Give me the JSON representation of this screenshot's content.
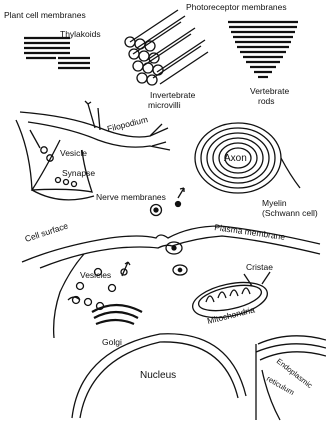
{
  "labels": {
    "plant_cell_membranes": "Plant cell membranes",
    "thylakoids": "Thylakoids",
    "photoreceptor_membranes": "Photoreceptor membranes",
    "invertebrate_microvilli_1": "Invertebrate",
    "invertebrate_microvilli_2": "microvilli",
    "vertebrate_rods_1": "Vertebrate",
    "vertebrate_rods_2": "rods",
    "filopodium": "Filopodium",
    "vesicle": "Vesicle",
    "synapse": "Synapse",
    "nerve_membranes": "Nerve membranes",
    "axon": "Axon",
    "myelin_1": "Myelin",
    "myelin_2": "(Schwann cell)",
    "cell_surface": "Cell surface",
    "plasma_membrane": "Plasma membrane",
    "vesicles": "Vesicles",
    "cristae": "Cristae",
    "mitochondria": "Mitochondria",
    "golgi": "Golgi",
    "nucleus": "Nucleus",
    "endoplasmic_1": "Endoplasmic",
    "endoplasmic_2": "reticulum"
  },
  "colors": {
    "ink": "#111111",
    "paper": "#ffffff"
  }
}
